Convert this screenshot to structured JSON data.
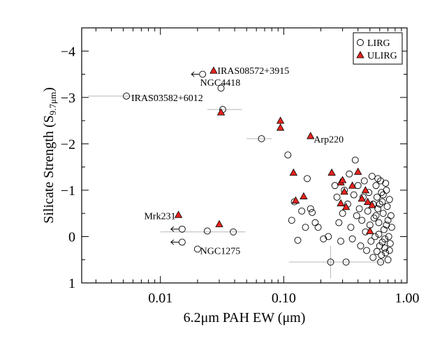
{
  "chart_data": {
    "type": "scatter",
    "title": "",
    "xlabel": "6.2μm PAH EW (μm)",
    "ylabel": "Silicate Strength (S",
    "ylabel_sub": "9.7μm",
    "ylabel_close": ")",
    "x_scale": "log",
    "xlim": [
      0.0023,
      1.0
    ],
    "ylim": [
      1.0,
      -4.5
    ],
    "x_ticks": [
      0.01,
      0.1,
      1.0
    ],
    "x_tick_labels": [
      "0.01",
      "0.10",
      "1.00"
    ],
    "y_ticks": [
      -4,
      -3,
      -2,
      -1,
      0,
      1
    ],
    "y_tick_labels": [
      "−4",
      "−3",
      "−2",
      "−1",
      "0",
      "1"
    ],
    "grid": false,
    "legend_position": "top-right",
    "colors": {
      "ulirg_fill": "#e8231d",
      "ink": "#000000",
      "errorbar": "#b8b8b8"
    },
    "series": [
      {
        "name": "LIRG",
        "marker": "open-circle",
        "points": [
          {
            "x": 0.0053,
            "y": -3.03,
            "xerr_low": 0.0027,
            "xerr_high": 0.0053
          },
          {
            "x": 0.022,
            "y": -3.5,
            "upper_limit_x": true
          },
          {
            "x": 0.031,
            "y": -3.2
          },
          {
            "x": 0.032,
            "y": -2.74,
            "xerr_low": 0.008,
            "xerr_high": 0.014
          },
          {
            "x": 0.066,
            "y": -2.11,
            "xerr_low": 0.016,
            "xerr_high": 0.014
          },
          {
            "x": 0.015,
            "y": -0.16,
            "upper_limit_x": true
          },
          {
            "x": 0.015,
            "y": 0.12,
            "upper_limit_x": true
          },
          {
            "x": 0.024,
            "y": -0.12
          },
          {
            "x": 0.039,
            "y": -0.1,
            "xerr_low": 0.029,
            "xerr_high": 0.01
          },
          {
            "x": 0.02,
            "y": 0.27
          },
          {
            "x": 0.108,
            "y": -1.76
          },
          {
            "x": 0.122,
            "y": -0.75
          },
          {
            "x": 0.13,
            "y": 0.08
          },
          {
            "x": 0.116,
            "y": -0.35
          },
          {
            "x": 0.14,
            "y": -0.55
          },
          {
            "x": 0.15,
            "y": -0.2
          },
          {
            "x": 0.155,
            "y": -1.25
          },
          {
            "x": 0.165,
            "y": -0.6
          },
          {
            "x": 0.17,
            "y": -0.52
          },
          {
            "x": 0.18,
            "y": -0.3
          },
          {
            "x": 0.19,
            "y": -0.2
          },
          {
            "x": 0.21,
            "y": 0.05
          },
          {
            "x": 0.23,
            "y": 0.0
          },
          {
            "x": 0.24,
            "y": 0.55,
            "xerr_low": 0.13,
            "xerr_high": 0.26,
            "yerr": 0.35
          },
          {
            "x": 0.26,
            "y": -1.1
          },
          {
            "x": 0.27,
            "y": -0.85
          },
          {
            "x": 0.28,
            "y": -0.3
          },
          {
            "x": 0.29,
            "y": 0.1
          },
          {
            "x": 0.3,
            "y": -0.5
          },
          {
            "x": 0.31,
            "y": -1.0
          },
          {
            "x": 0.32,
            "y": 0.55,
            "xerr_low": 0.18,
            "xerr_high": 0.33
          },
          {
            "x": 0.33,
            "y": -0.7
          },
          {
            "x": 0.34,
            "y": -1.35
          },
          {
            "x": 0.35,
            "y": -0.2
          },
          {
            "x": 0.36,
            "y": 0.05
          },
          {
            "x": 0.37,
            "y": -0.9
          },
          {
            "x": 0.38,
            "y": -1.65
          },
          {
            "x": 0.39,
            "y": -0.45
          },
          {
            "x": 0.4,
            "y": -1.1
          },
          {
            "x": 0.41,
            "y": -0.6
          },
          {
            "x": 0.42,
            "y": 0.2
          },
          {
            "x": 0.43,
            "y": -0.35
          },
          {
            "x": 0.44,
            "y": -0.85
          },
          {
            "x": 0.45,
            "y": -1.2
          },
          {
            "x": 0.46,
            "y": -0.1
          },
          {
            "x": 0.47,
            "y": 0.3
          },
          {
            "x": 0.48,
            "y": -0.55
          },
          {
            "x": 0.49,
            "y": -0.95
          },
          {
            "x": 0.5,
            "y": -0.25
          },
          {
            "x": 0.51,
            "y": 0.1
          },
          {
            "x": 0.52,
            "y": -1.3
          },
          {
            "x": 0.53,
            "y": -0.7
          },
          {
            "x": 0.54,
            "y": -0.4
          },
          {
            "x": 0.55,
            "y": 0.0
          },
          {
            "x": 0.56,
            "y": -1.1
          },
          {
            "x": 0.57,
            "y": -0.85
          },
          {
            "x": 0.58,
            "y": -0.6
          },
          {
            "x": 0.59,
            "y": -0.3
          },
          {
            "x": 0.6,
            "y": 0.2
          },
          {
            "x": 0.61,
            "y": -1.2
          },
          {
            "x": 0.62,
            "y": -0.95
          },
          {
            "x": 0.63,
            "y": -0.75
          },
          {
            "x": 0.64,
            "y": -0.5
          },
          {
            "x": 0.65,
            "y": -0.15
          },
          {
            "x": 0.66,
            "y": 0.05
          },
          {
            "x": 0.67,
            "y": 0.35
          },
          {
            "x": 0.68,
            "y": -1.0
          },
          {
            "x": 0.69,
            "y": -0.65
          },
          {
            "x": 0.7,
            "y": -0.35
          },
          {
            "x": 0.71,
            "y": 0.0
          },
          {
            "x": 0.72,
            "y": -0.8
          },
          {
            "x": 0.73,
            "y": 0.15
          },
          {
            "x": 0.74,
            "y": -0.45
          },
          {
            "x": 0.75,
            "y": -0.2
          },
          {
            "x": 0.53,
            "y": 0.45
          },
          {
            "x": 0.57,
            "y": 0.32
          },
          {
            "x": 0.62,
            "y": 0.4
          },
          {
            "x": 0.66,
            "y": 0.25
          },
          {
            "x": 0.7,
            "y": 0.5
          },
          {
            "x": 0.59,
            "y": -0.05
          },
          {
            "x": 0.63,
            "y": 0.12
          },
          {
            "x": 0.68,
            "y": -0.25
          },
          {
            "x": 0.56,
            "y": -0.45
          },
          {
            "x": 0.6,
            "y": -0.7
          },
          {
            "x": 0.64,
            "y": -0.9
          },
          {
            "x": 0.58,
            "y": -1.25
          },
          {
            "x": 0.67,
            "y": -1.15
          },
          {
            "x": 0.61,
            "y": 0.55
          },
          {
            "x": 0.72,
            "y": 0.3
          }
        ]
      },
      {
        "name": "ULIRG",
        "marker": "filled-triangle",
        "points": [
          {
            "x": 0.027,
            "y": -3.58
          },
          {
            "x": 0.031,
            "y": -2.68
          },
          {
            "x": 0.094,
            "y": -2.5
          },
          {
            "x": 0.094,
            "y": -2.35
          },
          {
            "x": 0.165,
            "y": -2.17
          },
          {
            "x": 0.014,
            "y": -0.47
          },
          {
            "x": 0.03,
            "y": -0.27
          },
          {
            "x": 0.12,
            "y": -1.38
          },
          {
            "x": 0.125,
            "y": -0.78
          },
          {
            "x": 0.145,
            "y": -0.87
          },
          {
            "x": 0.245,
            "y": -1.38
          },
          {
            "x": 0.29,
            "y": -1.17
          },
          {
            "x": 0.3,
            "y": -1.22
          },
          {
            "x": 0.31,
            "y": -0.97
          },
          {
            "x": 0.29,
            "y": -0.72
          },
          {
            "x": 0.32,
            "y": -0.64
          },
          {
            "x": 0.36,
            "y": -1.1
          },
          {
            "x": 0.4,
            "y": -1.4
          },
          {
            "x": 0.43,
            "y": -0.82
          },
          {
            "x": 0.46,
            "y": -1.0
          },
          {
            "x": 0.48,
            "y": -0.75
          },
          {
            "x": 0.52,
            "y": -0.68
          },
          {
            "x": 0.5,
            "y": -0.12
          }
        ]
      }
    ],
    "annotations": [
      {
        "text": "IRAS08572+3915",
        "x": 0.029,
        "y": -3.58,
        "anchor": "start"
      },
      {
        "text": "NGC4418",
        "x": 0.021,
        "y": -3.33,
        "anchor": "start"
      },
      {
        "text": "IRAS03582+6012",
        "x": 0.0058,
        "y": -3.0,
        "anchor": "start"
      },
      {
        "text": "Arp220",
        "x": 0.175,
        "y": -2.1,
        "anchor": "start"
      },
      {
        "text": "Mrk231",
        "x": 0.0133,
        "y": -0.45,
        "anchor": "end"
      },
      {
        "text": "NGC1275",
        "x": 0.021,
        "y": 0.3,
        "anchor": "start"
      }
    ]
  }
}
